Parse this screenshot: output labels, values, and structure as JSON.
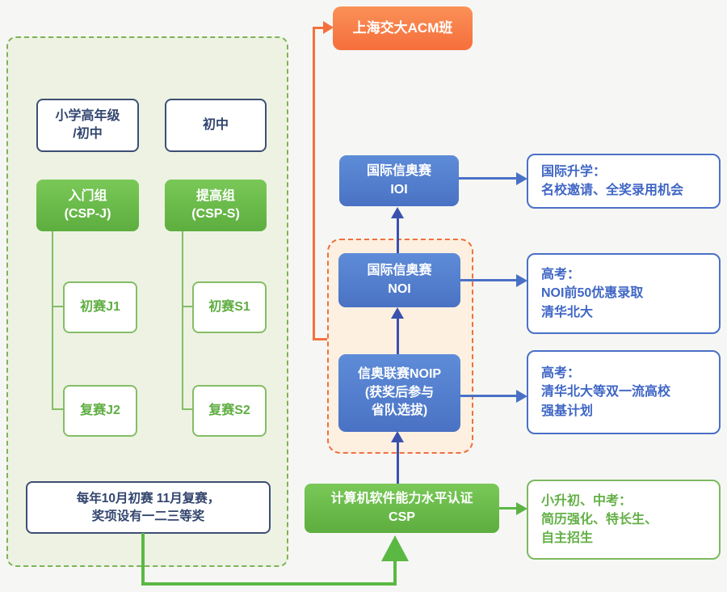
{
  "colors": {
    "green_accent": "#5fb142",
    "green_panel_bg": "#edf2e3",
    "green_line": "#5bb843",
    "blue_box": "#4a72c4",
    "blue_arrow": "#3a52ad",
    "blue_text": "#3f66c5",
    "orange_accent": "#f4713d",
    "orange_panel_bg": "#fdf0e1",
    "navy_text": "#32456e",
    "page_bg": "#f6f7f4"
  },
  "acm": {
    "label": "上海交大ACM班"
  },
  "left_panel": {
    "grades": [
      {
        "line1": "小学高年级",
        "line2": "/初中"
      },
      {
        "line1": "初中"
      }
    ],
    "groups": [
      {
        "line1": "入门组",
        "line2": "(CSP-J)"
      },
      {
        "line1": "提高组",
        "line2": "(CSP-S)"
      }
    ],
    "stages": [
      "初赛J1",
      "复赛J2",
      "初赛S1",
      "复赛S2"
    ],
    "note": {
      "line1": "每年10月初赛 11月复赛，",
      "line2": "奖项设有一二三等奖"
    }
  },
  "pipeline": {
    "ioi": {
      "line1": "国际信奥赛",
      "line2": "IOI"
    },
    "noi": {
      "line1": "国际信奥赛",
      "line2": "NOI"
    },
    "noip": {
      "line1": "信奥联赛NOIP",
      "line2": "(获奖后参与",
      "line3": "省队选拔)"
    },
    "csp": {
      "line1": "计算机软件能力水平认证",
      "line2": "CSP"
    }
  },
  "outcomes": [
    {
      "line1": "国际升学：",
      "line2": "名校邀请、全奖录用机会"
    },
    {
      "line1": "高考：",
      "line2": "NOI前50优惠录取",
      "line3": "清华北大"
    },
    {
      "line1": "高考：",
      "line2": "清华北大等双一流高校",
      "line3": "强基计划"
    },
    {
      "line1": "小升初、中考：",
      "line2": "简历强化、特长生、",
      "line3": "自主招生"
    }
  ]
}
